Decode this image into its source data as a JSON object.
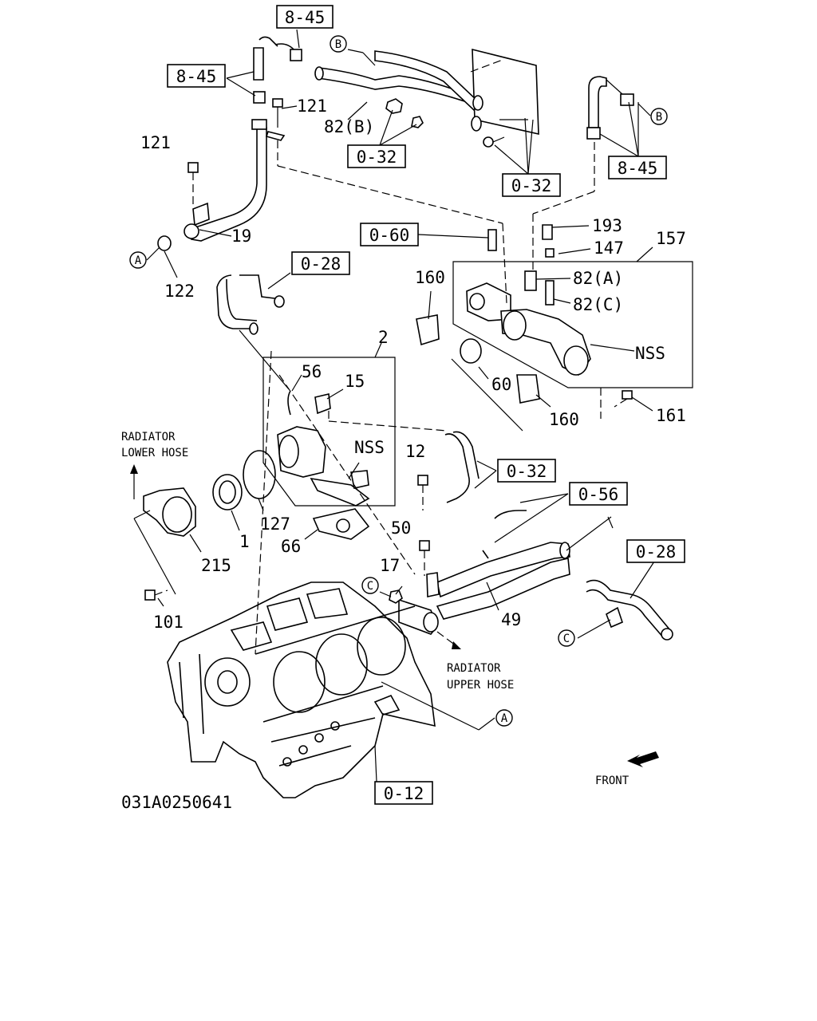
{
  "diagram_id": "031A0250641",
  "ref_codes": {
    "r845_top": "8-45",
    "r845_left": "8-45",
    "r845_right": "8-45",
    "r032_a": "0-32",
    "r032_b": "0-32",
    "r032_c": "0-32",
    "r060": "0-60",
    "r028_a": "0-28",
    "r028_b": "0-28",
    "r056": "0-56",
    "r012": "0-12"
  },
  "part_numbers": {
    "p121_a": "121",
    "p121_b": "121",
    "p82b": "82(B)",
    "p19": "19",
    "p122": "122",
    "p193": "193",
    "p147": "147",
    "p157": "157",
    "p82a": "82(A)",
    "p82c": "82(C)",
    "p160_a": "160",
    "p160_b": "160",
    "p60": "60",
    "p161": "161",
    "nss_a": "NSS",
    "nss_b": "NSS",
    "p2": "2",
    "p56": "56",
    "p15": "15",
    "p12": "12",
    "p127": "127",
    "p1": "1",
    "p215": "215",
    "p66": "66",
    "p50": "50",
    "p17": "17",
    "p49": "49",
    "p101": "101"
  },
  "callouts": {
    "a1": "A",
    "a2": "A",
    "b1": "B",
    "b2": "B",
    "c1": "C",
    "c2": "C"
  },
  "notes": {
    "radiator_lower_1": "RADIATOR",
    "radiator_lower_2": "LOWER HOSE",
    "radiator_upper_1": "RADIATOR",
    "radiator_upper_2": "UPPER HOSE",
    "front": "FRONT"
  }
}
